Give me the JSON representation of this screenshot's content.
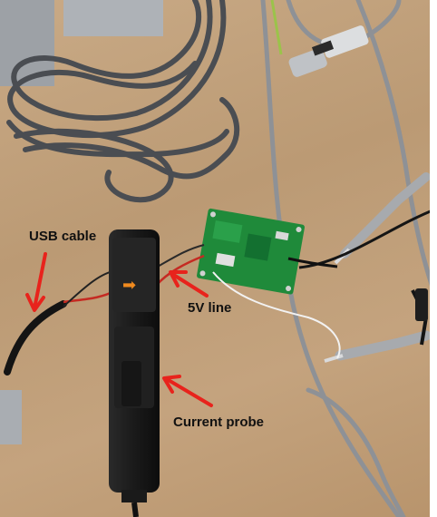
{
  "photo": {
    "caption_usb": "USB cable",
    "caption_5v": "5V line",
    "caption_probe": "Current probe",
    "probe_arrow_glyph": "➡",
    "colors": {
      "desk": "#c2a17b",
      "cable_grey": "#4a4d52",
      "cable_light": "#8e9196",
      "probe_body": "#1c1c1c",
      "pcb_green": "#1f8a3a",
      "annotation_red": "#e8231c",
      "arrow_orange": "#f08a1e"
    }
  }
}
